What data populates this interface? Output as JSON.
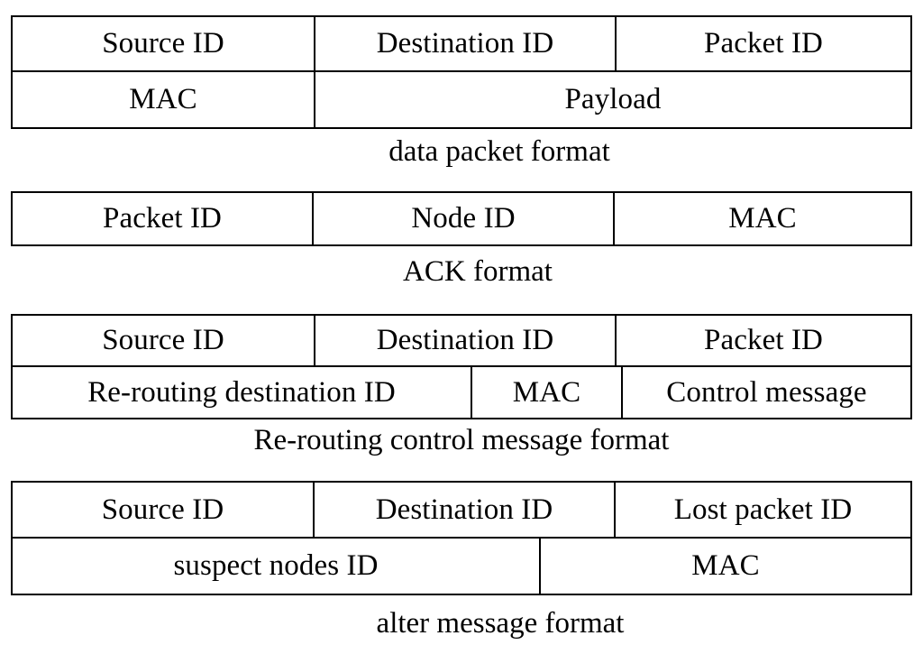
{
  "document": {
    "kind": "packet-format-diagrams",
    "background_color": "#ffffff",
    "line_color": "#000000",
    "text_color": "#000000"
  },
  "figures": [
    {
      "id": "data-packet",
      "caption": "data packet format",
      "rows": [
        {
          "cells": [
            "Source ID",
            "Destination ID",
            "Packet ID"
          ]
        },
        {
          "cells": [
            "MAC",
            "Payload"
          ]
        }
      ]
    },
    {
      "id": "ack",
      "caption": "ACK format",
      "rows": [
        {
          "cells": [
            "Packet ID",
            "Node  ID",
            "MAC"
          ]
        }
      ]
    },
    {
      "id": "rerouting",
      "caption": "Re-routing control message format",
      "rows": [
        {
          "cells": [
            "Source ID",
            "Destination ID",
            "Packet ID"
          ]
        },
        {
          "cells": [
            "Re-routing destination ID",
            "MAC",
            "Control message"
          ]
        }
      ]
    },
    {
      "id": "alter",
      "caption": "alter message format",
      "rows": [
        {
          "cells": [
            "Source ID",
            "Destination ID",
            "Lost packet ID"
          ]
        },
        {
          "cells": [
            "suspect nodes ID",
            "MAC"
          ]
        }
      ]
    }
  ]
}
